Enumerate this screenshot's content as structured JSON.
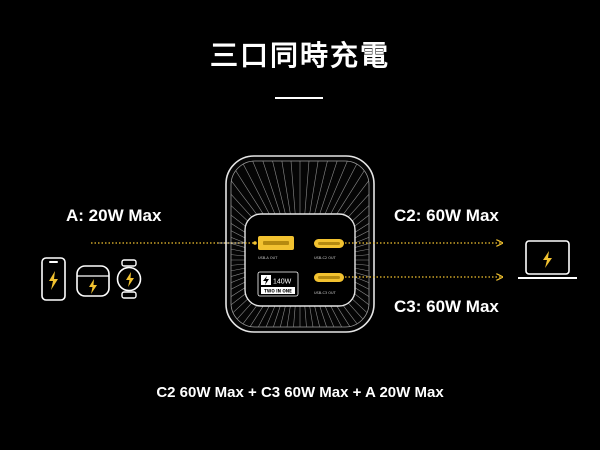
{
  "title": "三口同時充電",
  "outputs": {
    "a": "A: 20W Max",
    "c2": "C2: 60W Max",
    "c3": "C3: 60W Max"
  },
  "ports": {
    "usb_a": "USB-A OUT",
    "usb_c2": "USB-C2 OUT",
    "usb_c3": "USB-C3 OUT"
  },
  "badge": {
    "watt": "140W",
    "text": "TWO IN ONE"
  },
  "footer": "C2 60W Max + C3 60W Max + A 20W Max",
  "colors": {
    "background": "#000000",
    "accent": "#f2c230",
    "line": "#ffffff"
  },
  "devices_left": [
    "phone-icon",
    "earbuds-case-icon",
    "smartwatch-icon"
  ],
  "devices_right": [
    "laptop-icon"
  ]
}
